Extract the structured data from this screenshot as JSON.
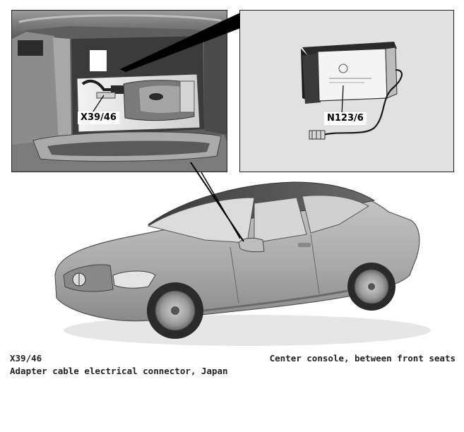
{
  "callouts": {
    "left_label": "X39/46",
    "right_label": "N123/6"
  },
  "caption": {
    "code": "X39/46",
    "description": "Adapter cable electrical connector, Japan",
    "location": "Center console, between front seats"
  }
}
